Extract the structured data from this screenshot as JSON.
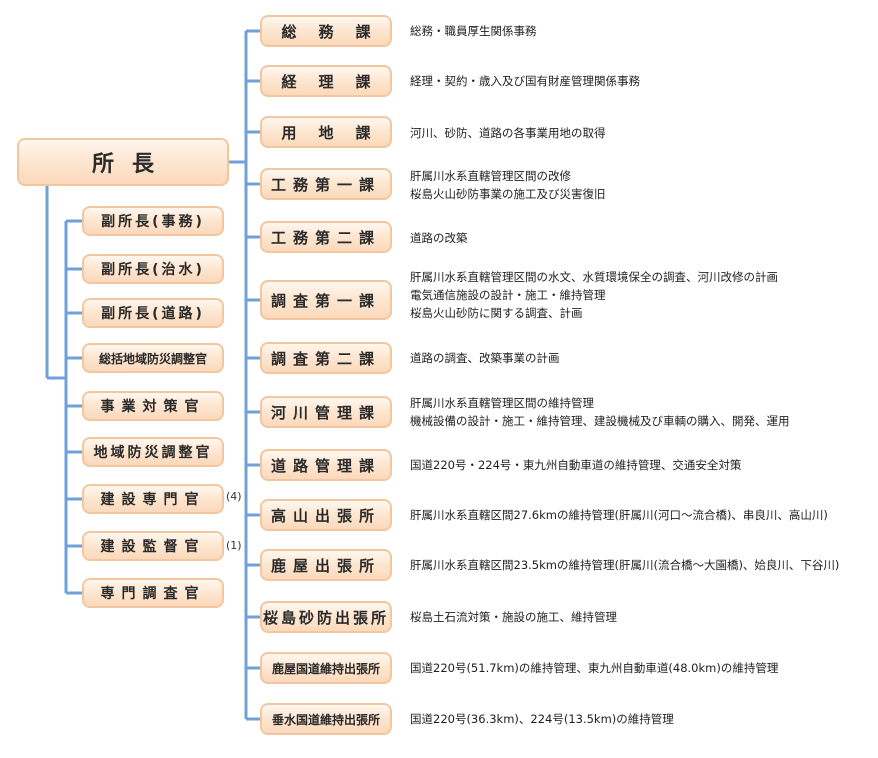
{
  "head": {
    "label": "所長"
  },
  "left_boxes": [
    {
      "label": "副所長(事務)",
      "note": ""
    },
    {
      "label": "副所長(治水)",
      "note": ""
    },
    {
      "label": "副所長(道路)",
      "note": ""
    },
    {
      "label": "総括地域防災調整官",
      "note": ""
    },
    {
      "label": "事業対策官",
      "note": ""
    },
    {
      "label": "地域防災調整官",
      "note": ""
    },
    {
      "label": "建設専門官",
      "note": "(4)"
    },
    {
      "label": "建設監督官",
      "note": "(1)"
    },
    {
      "label": "専門調査官",
      "note": ""
    }
  ],
  "right_boxes": [
    {
      "label": "総務課",
      "desc": [
        "総務・職員厚生関係事務"
      ]
    },
    {
      "label": "経理課",
      "desc": [
        "経理・契約・歳入及び国有財産管理関係事務"
      ]
    },
    {
      "label": "用地課",
      "desc": [
        "河川、砂防、道路の各事業用地の取得"
      ]
    },
    {
      "label": "工務第一課",
      "desc": [
        "肝属川水系直轄管理区間の改修",
        "桜島火山砂防事業の施工及び災害復旧"
      ]
    },
    {
      "label": "工務第二課",
      "desc": [
        "道路の改築"
      ]
    },
    {
      "label": "調査第一課",
      "desc": [
        "肝属川水系直轄管理区間の水文、水質環境保全の調査、河川改修の計画",
        "電気通信施設の設計・施工・維持管理",
        "桜島火山砂防に関する調査、計画"
      ]
    },
    {
      "label": "調査第二課",
      "desc": [
        "道路の調査、改築事業の計画"
      ]
    },
    {
      "label": "河川管理課",
      "desc": [
        "肝属川水系直轄管理区間の維持管理",
        "機械設備の設計・施工・維持管理、建設機械及び車輌の購入、開発、運用"
      ]
    },
    {
      "label": "道路管理課",
      "desc": [
        "国道220号・224号・東九州自動車道の維持管理、交通安全対策"
      ]
    },
    {
      "label": "高山出張所",
      "desc": [
        "肝属川水系直轄区間27.6kmの維持管理(肝属川(河口～流合橋)、串良川、高山川)"
      ]
    },
    {
      "label": "鹿屋出張所",
      "desc": [
        "肝属川水系直轄区間23.5kmの維持管理(肝属川(流合橋～大園橋)、姶良川、下谷川)"
      ]
    },
    {
      "label": "桜島砂防出張所",
      "desc": [
        "桜島土石流対策・施設の施工、維持管理"
      ]
    },
    {
      "label": "鹿屋国道維持出張所",
      "desc": [
        "国道220号(51.7km)の維持管理、東九州自動車道(48.0km)の維持管理"
      ]
    },
    {
      "label": "垂水国道維持出張所",
      "desc": [
        "国道220号(36.3km)、224号(13.5km)の維持管理"
      ]
    }
  ],
  "colors": {
    "line": "#6fa0d8",
    "box_border": "#f2c7a0",
    "box_fill": "#fde7d2"
  }
}
